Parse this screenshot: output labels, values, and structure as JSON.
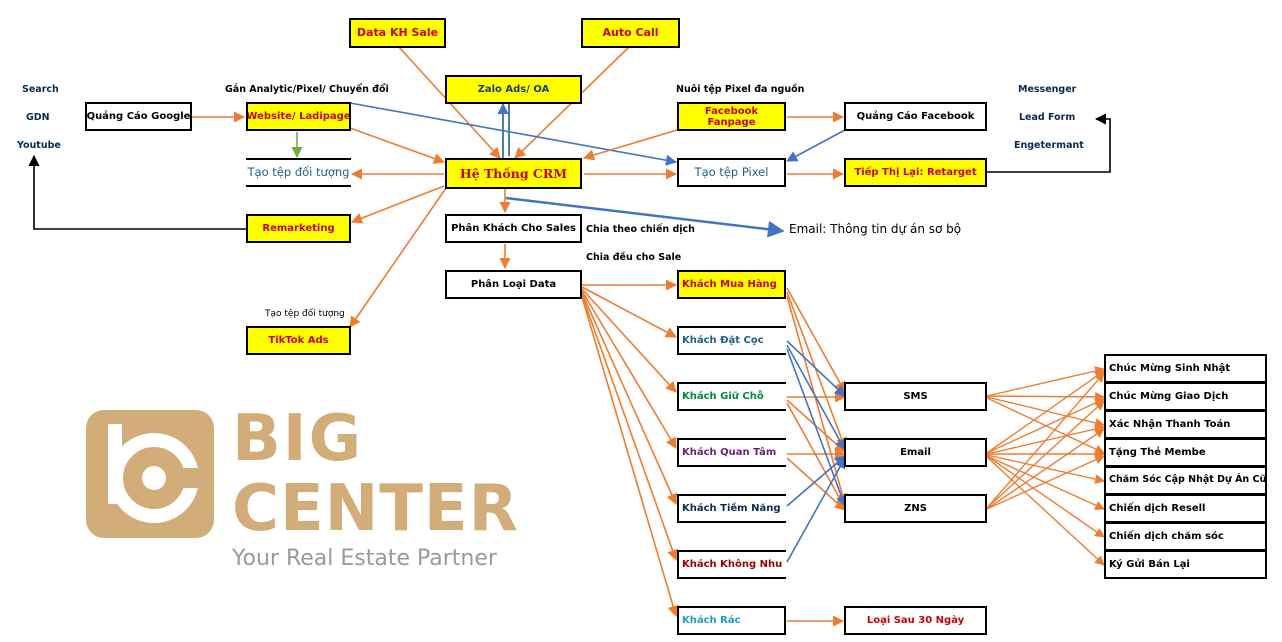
{
  "colors": {
    "box_yellow": "#ffff00",
    "orange_arrow": "#ed7d31",
    "blue_arrow": "#4472c4",
    "green_arrow": "#70ad47",
    "logo_gold": "#d2ad79"
  },
  "nodes": {
    "data_kh_sale": "Data KH Sale",
    "auto_call": "Auto Call",
    "zalo_ads": "Zalo Ads/ OA",
    "quang_cao_google": "Quảng Cáo Google",
    "website": "Website/ Ladipage",
    "tao_tep_doi_tuong": "Tạo tệp đối tượng",
    "remarketing": "Remarketing",
    "tiktok": "TikTok Ads",
    "he_thong_crm": "Hệ Thống CRM",
    "facebook_fanpage": "Facebook Fanpage",
    "quang_cao_facebook": "Quảng Cáo Facebook",
    "tao_tep_pixel": "Tạo tệp Pixel",
    "tiep_thi_lai": "Tiếp Thị Lại: Retarget",
    "phan_khach": "Phân Khách Cho Sales",
    "phan_loai": "Phân Loại Data",
    "khach_mua_hang": "Khách Mua Hàng",
    "khach_dat_coc": "Khách Đặt Cọc",
    "khach_giu_cho": "Khách Giữ Chỗ",
    "khach_quan_tam": "Khách Quan Tâm",
    "khach_tiem_nang": "Khách Tiềm Năng",
    "khach_khong_nhu_cau": "Khách Không Nhu Cầu",
    "khach_rac": "Khách Rác",
    "sms": "SMS",
    "email": "Email",
    "zns": "ZNS",
    "loai_sau": "Loại Sau 30 Ngày",
    "chuc_mung_sinh_nhat": "Chúc Mừng Sinh Nhật",
    "chuc_mung_giao_dich": "Chúc Mừng Giao Dịch",
    "xac_nhan": "Xác Nhận Thanh Toán",
    "tang_the": "Tặng Thẻ Membe",
    "cham_soc_cap_nhat": "Chăm Sóc Cập Nhật Dự Án Cũ",
    "chien_dich_resell": "Chiến dịch Resell",
    "chien_dich_cham_soc": "Chiến dịch chăm sóc",
    "ky_gui": "Ký Gửi Bán Lại"
  },
  "labels": {
    "search": "Search",
    "gdn": "GDN",
    "youtube": "Youtube",
    "gan_analytic": "Gắn Analytic/Pixel/ Chuyển đổi",
    "nuoi_tep": "Nuôi tệp Pixel đa nguồn",
    "messenger": "Messenger",
    "lead_form": "Lead Form",
    "engetermant": "Engetermant",
    "chia_theo": "Chia theo chiến dịch",
    "chia_deu": "Chia đều cho Sale",
    "tao_tep_tiktok": "Tạo tệp đối tượng",
    "email_info": "Email: Thông tin dự án sơ bộ"
  },
  "logo": {
    "line1": "BIG",
    "line2": "CENTER",
    "tagline": "Your Real Estate Partner"
  }
}
